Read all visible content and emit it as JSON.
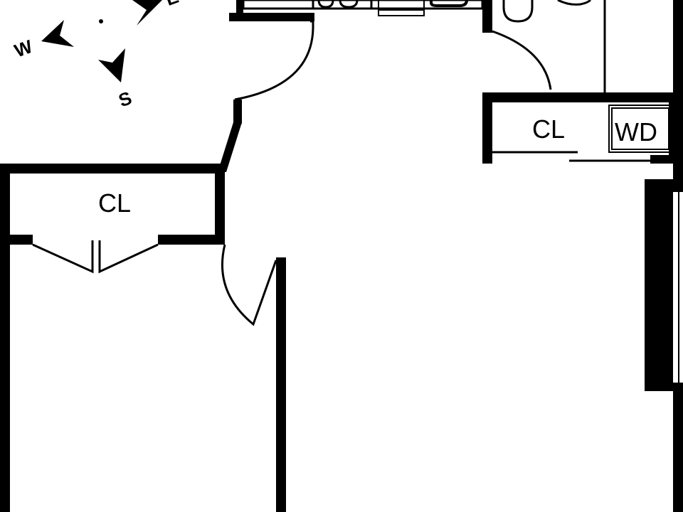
{
  "compass": {
    "west": "W",
    "south": "S",
    "east": "E"
  },
  "rooms": {
    "closet_left": "CL",
    "closet_right": "CL",
    "washer_dryer": "WD"
  },
  "colors": {
    "wall": "#000000",
    "background": "#ffffff"
  }
}
